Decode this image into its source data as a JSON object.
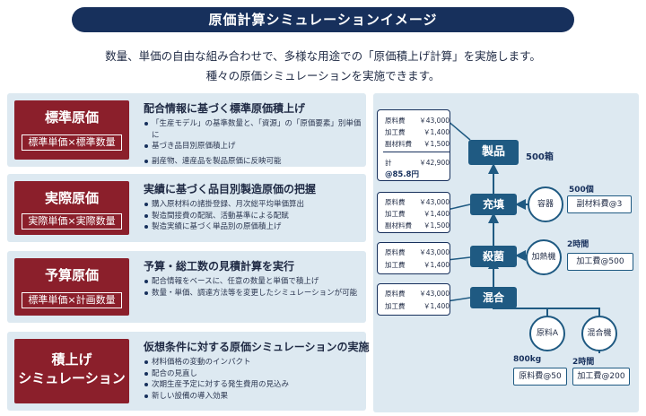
{
  "title": "原価計算シミュレーションイメージ",
  "intro": {
    "line1": "数量、単価の自由な組み合わせで、多様な用途での「原価積上げ計算」を実施します。",
    "line2": "種々の原価シミュレーションを実施できます。"
  },
  "cards": [
    {
      "badge_title": "標準原価",
      "badge_sub": "標準単価×標準数量",
      "heading": "配合情報に基づく標準原価積上げ",
      "bullets": [
        "「生産モデル」の基準数量と、「資源」の「原価要素」別単価に",
        "基づき品目別原価積上げ",
        "副産物、連産品を製品原価に反映可能"
      ]
    },
    {
      "badge_title": "実際原価",
      "badge_sub": "実際単価×実際数量",
      "heading": "実績に基づく品目別製造原価の把握",
      "bullets": [
        "購入原材料の諸掛登録、月次総平均単価算出",
        "製造間接費の配賦、活動基準による配賦",
        "製造実績に基づく単品別の原価積上げ"
      ]
    },
    {
      "badge_title": "予算原価",
      "badge_sub": "標準単価×計画数量",
      "heading": "予算・総工数の見積計算を実行",
      "bullets": [
        "配合情報をベースに、任意の数量と単価で積上げ",
        "数量・単価、調達方法等を変更したシミュレーションが可能"
      ]
    },
    {
      "badge_title": "積上げ",
      "badge_title2": "シミュレーション",
      "heading": "仮想条件に対する原価シミュレーションの実施",
      "bullets": [
        "材料価格の変動のインパクト",
        "配合の見直し",
        "次期生産予定に対する発生費用の見込み",
        "新しい設備の導入効果"
      ]
    }
  ],
  "diagram": {
    "box1": {
      "rows": [
        {
          "label": "原料費",
          "value": "￥43,000"
        },
        {
          "label": "加工費",
          "value": "￥1,400"
        },
        {
          "label": "副材料費",
          "value": "￥1,500"
        }
      ],
      "total_label": "計",
      "total_value": "￥42,900",
      "unit_price": "@85.8円"
    },
    "box2": {
      "rows": [
        {
          "label": "原料費",
          "value": "￥43,000"
        },
        {
          "label": "加工費",
          "value": "￥1,400"
        },
        {
          "label": "副材料費",
          "value": "￥1,500"
        }
      ]
    },
    "box3": {
      "rows": [
        {
          "label": "原料費",
          "value": "￥43,000"
        },
        {
          "label": "加工費",
          "value": "￥1,400"
        }
      ]
    },
    "box4": {
      "rows": [
        {
          "label": "原料費",
          "value": "￥43,000"
        },
        {
          "label": "加工費",
          "value": "￥1,400"
        }
      ]
    },
    "nodes": {
      "product": "製品",
      "product_qty": "500箱",
      "fill": "充填",
      "sterilize": "殺菌",
      "mix": "混合"
    },
    "resources": {
      "container": "容器",
      "container_qty": "500個",
      "container_cost": "副材料費@3",
      "heater": "加熱機",
      "heater_time": "2時間",
      "heater_cost": "加工費@500",
      "material": "原料A",
      "material_qty": "800kg",
      "material_cost": "原料費@50",
      "mixer": "混合機",
      "mixer_time": "2時間",
      "mixer_cost": "加工費@200"
    },
    "colors": {
      "node": "#1f5a82",
      "badge": "#8b1f2b",
      "title_bar": "#17305c"
    }
  }
}
